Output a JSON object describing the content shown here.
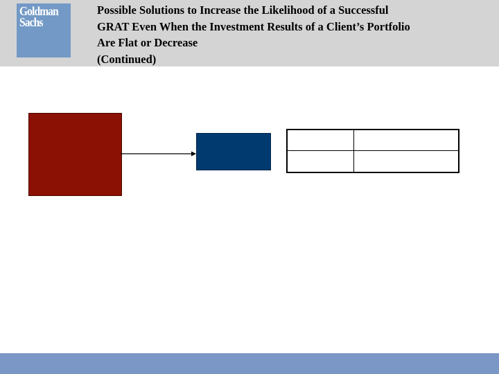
{
  "header": {
    "logo_line1": "Goldman",
    "logo_line2": "Sachs",
    "title_lines": [
      "Possible Solutions to Increase the Likelihood of a Successful",
      "GRAT Even When the Investment Results of a Client’s Portfolio",
      "Are Flat or Decrease",
      "(Continued)"
    ]
  },
  "colors": {
    "header_bg": "#d4d4d4",
    "logo_bg": "#7399c6",
    "red_box": "#8b1104",
    "blue_box": "#013a6f",
    "footer_bar": "#7b97c6"
  },
  "diagram": {
    "table_rows": [
      [
        "",
        ""
      ],
      [
        "",
        ""
      ]
    ]
  }
}
